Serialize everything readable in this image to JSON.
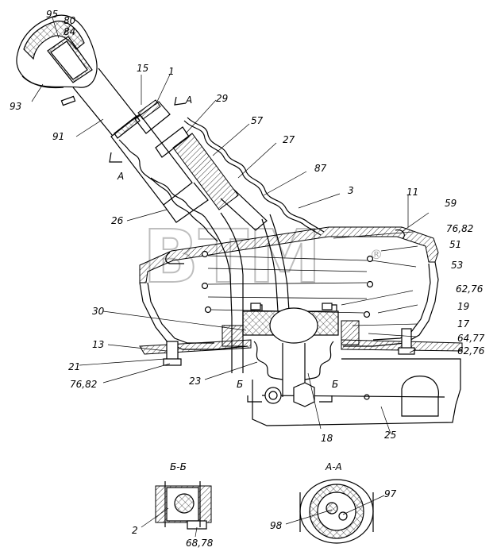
{
  "callouts": [
    {
      "id": "95",
      "text": "95"
    },
    {
      "id": "80",
      "text": "80"
    },
    {
      "id": "84",
      "text": "84"
    },
    {
      "id": "93",
      "text": "93"
    },
    {
      "id": "15",
      "text": "15"
    },
    {
      "id": "1",
      "text": "1"
    },
    {
      "id": "A-top",
      "text": "А"
    },
    {
      "id": "29",
      "text": "29"
    },
    {
      "id": "91",
      "text": "91"
    },
    {
      "id": "57",
      "text": "57"
    },
    {
      "id": "A-bottom",
      "text": "А"
    },
    {
      "id": "27",
      "text": "27"
    },
    {
      "id": "87",
      "text": "87"
    },
    {
      "id": "3",
      "text": "3"
    },
    {
      "id": "11",
      "text": "11"
    },
    {
      "id": "59",
      "text": "59"
    },
    {
      "id": "26",
      "text": "26"
    },
    {
      "id": "76,82-top",
      "text": "76,82"
    },
    {
      "id": "51",
      "text": "51"
    },
    {
      "id": "53",
      "text": "53"
    },
    {
      "id": "62,76-top",
      "text": "62,76"
    },
    {
      "id": "30",
      "text": "30"
    },
    {
      "id": "19",
      "text": "19"
    },
    {
      "id": "17",
      "text": "17"
    },
    {
      "id": "64,77",
      "text": "64,77"
    },
    {
      "id": "13",
      "text": "13"
    },
    {
      "id": "62,76-bottom",
      "text": "62,76"
    },
    {
      "id": "21",
      "text": "21"
    },
    {
      "id": "23",
      "text": "23"
    },
    {
      "id": "B-left",
      "text": "Б"
    },
    {
      "id": "B-right",
      "text": "Б"
    },
    {
      "id": "76,82-bottom",
      "text": "76,82"
    },
    {
      "id": "18",
      "text": "18"
    },
    {
      "id": "25",
      "text": "25"
    },
    {
      "id": "2",
      "text": "2"
    },
    {
      "id": "68,78",
      "text": "68,78"
    },
    {
      "id": "97",
      "text": "97"
    },
    {
      "id": "98",
      "text": "98"
    }
  ],
  "section_titles": {
    "section_bb": "Б-Б",
    "section_aa": "А-А"
  },
  "watermark": {
    "text": "ВТМ",
    "mark": "®"
  }
}
